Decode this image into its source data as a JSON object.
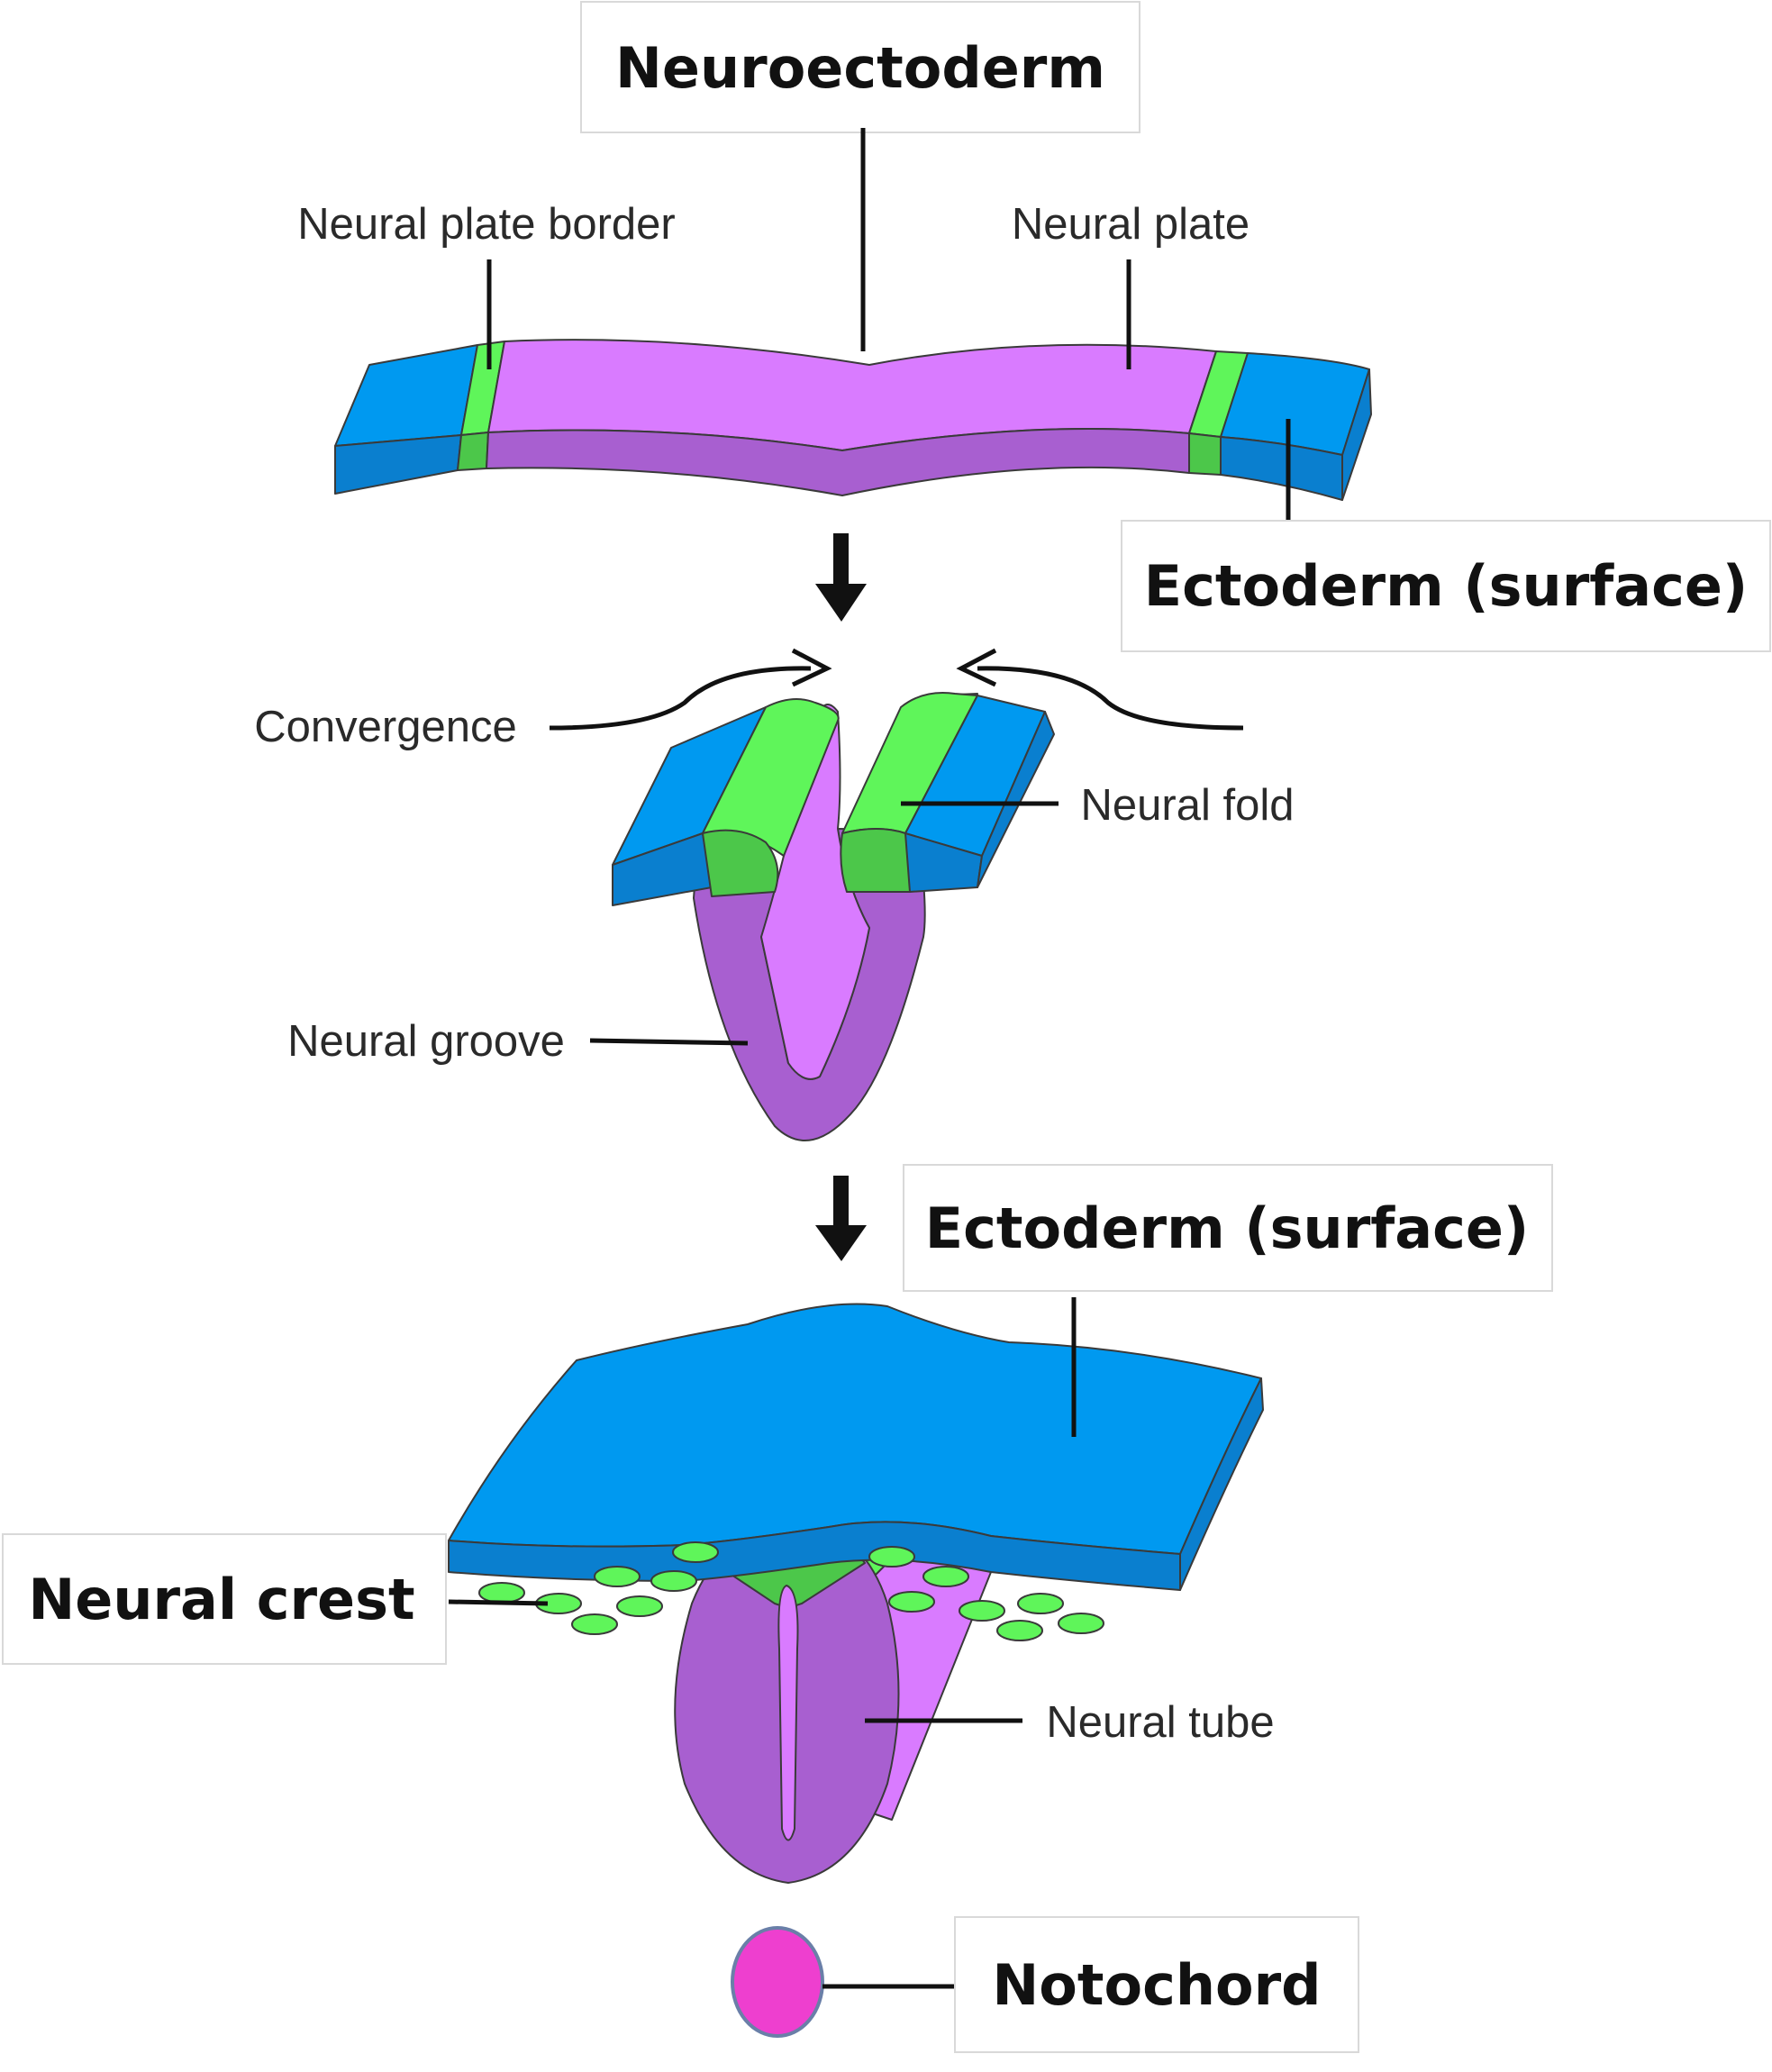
{
  "labels": {
    "neuroectoderm": "Neuroectoderm",
    "neural_plate_border": "Neural plate border",
    "neural_plate": "Neural plate",
    "ectoderm_surface_1": "Ectoderm (surface)",
    "convergence": "Convergence",
    "neural_fold": "Neural fold",
    "neural_groove": "Neural groove",
    "ectoderm_surface_2": "Ectoderm (surface)",
    "neural_crest": "Neural crest",
    "neural_tube": "Neural tube",
    "notochord": "Notochord"
  },
  "colors": {
    "surface_ectoderm": "#0099f0",
    "surface_ectoderm_side": "#0a7fcf",
    "neural_plate": "#d97bff",
    "neural_plate_side": "#a85fd0",
    "border_green": "#5ff55a",
    "border_green_dark": "#4cc74a",
    "notochord": "#ee3fcf"
  }
}
